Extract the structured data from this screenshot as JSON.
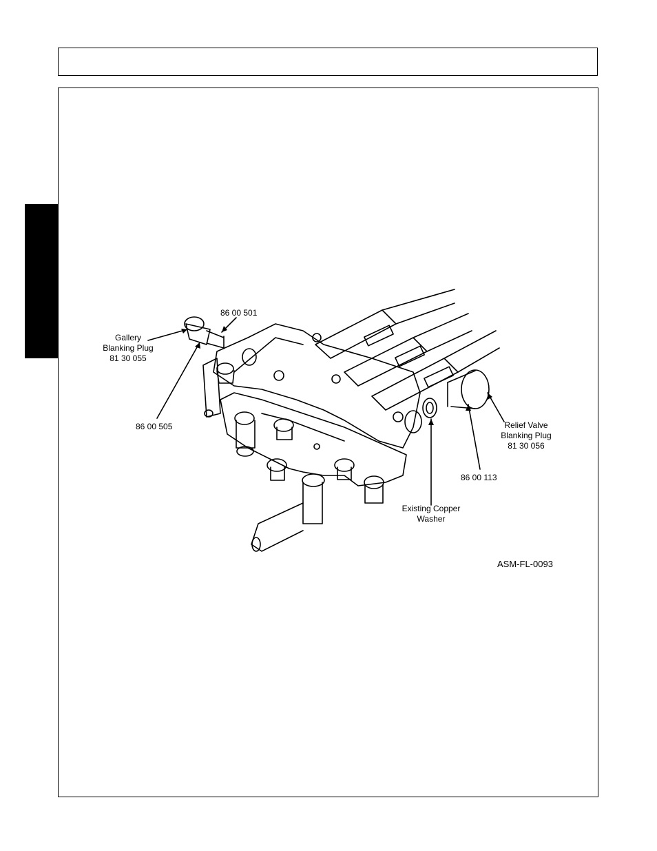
{
  "figure": {
    "labels": {
      "part_86_00_501": "86 00 501",
      "gallery_plug_line1": "Gallery",
      "gallery_plug_line2": "Blanking Plug",
      "gallery_plug_line3": "81 30 055",
      "part_86_00_505": "86 00 505",
      "relief_plug_line1": "Relief Valve",
      "relief_plug_line2": "Blanking Plug",
      "relief_plug_line3": "81 30 056",
      "part_86_00_113": "86 00 113",
      "copper_washer_line1": "Existing Copper",
      "copper_washer_line2": "Washer"
    },
    "figure_id": "ASM-FL-0093"
  }
}
